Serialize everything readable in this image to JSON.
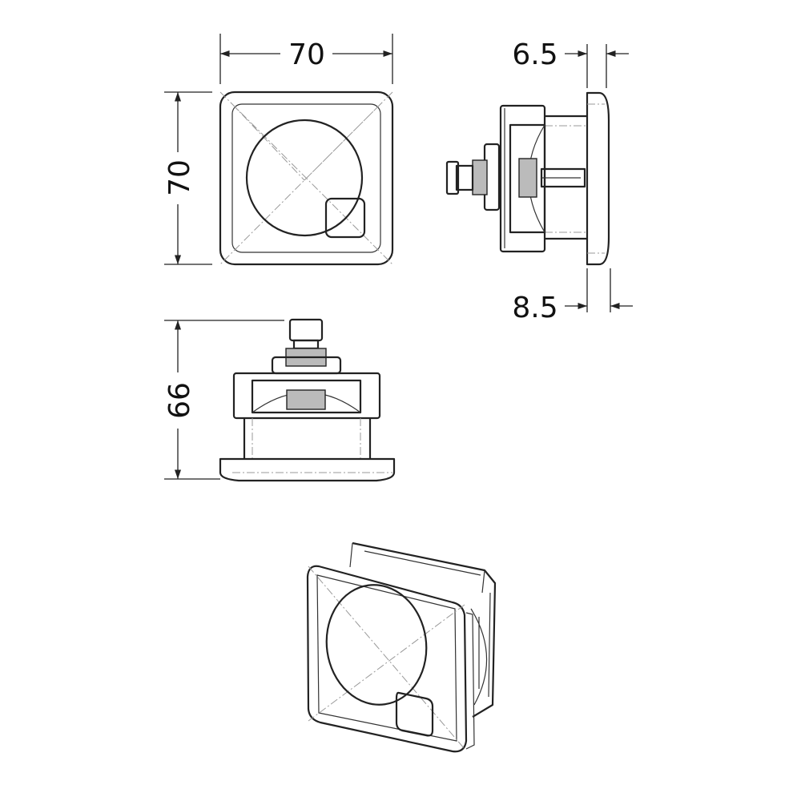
{
  "dimensions": {
    "front_width": "70",
    "front_height": "70",
    "plate_thickness_top": "6.5",
    "plate_thickness_bottom": "8.5",
    "side_depth": "66"
  },
  "colors": {
    "line": "#222222",
    "center_line": "#999999",
    "background": "#ffffff"
  }
}
